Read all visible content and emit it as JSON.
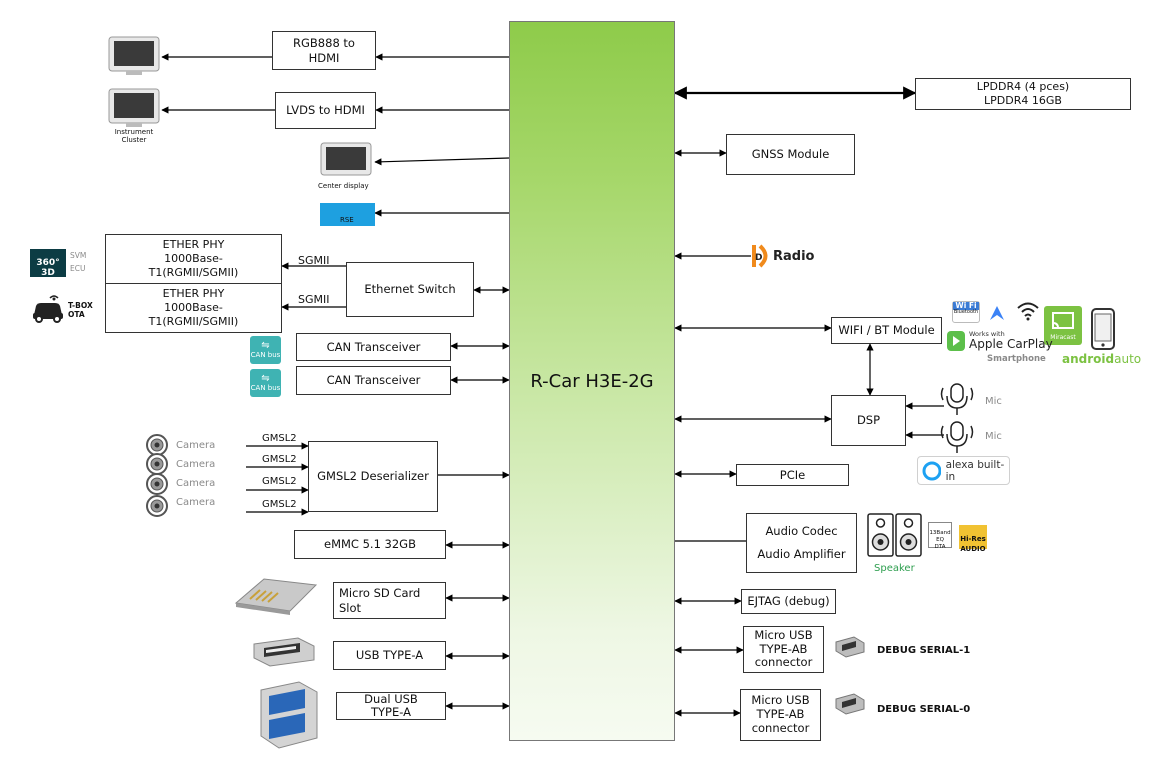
{
  "soc": {
    "title": "R-Car H3E-2G"
  },
  "display": {
    "rgb_label": "RGB888 to\nHDMI",
    "lvds_label": "LVDS to HDMI",
    "instrument_caption": "Instrument\nCluster",
    "center_caption": "Center display",
    "rse_label": "RSE"
  },
  "ethernet": {
    "phy1_label": "ETHER PHY\n1000Base-\nT1(RGMII/SGMII)",
    "phy2_label": "ETHER PHY\n1000Base-\nT1(RGMII/SGMII)",
    "sgmii1": "SGMII",
    "sgmii2": "SGMII",
    "switch_label": "Ethernet Switch",
    "svm_badge": "360°\n3D SVM",
    "svm_label": "SVM\nECU",
    "tbox_label": "T-BOX\nOTA"
  },
  "can": {
    "transceiver1": "CAN Transceiver",
    "transceiver2": "CAN Transceiver",
    "bus_label": "CAN bus"
  },
  "camera": {
    "labels": [
      "Camera",
      "Camera",
      "Camera",
      "Camera"
    ],
    "links": [
      "GMSL2",
      "GMSL2",
      "GMSL2",
      "GMSL2"
    ],
    "deserializer": "GMSL2 Deserializer"
  },
  "storage": {
    "emmc": "eMMC 5.1 32GB",
    "sd": "Micro SD Card\nSlot",
    "usb_a": "USB TYPE-A",
    "dual_usb": "Dual USB\nTYPE-A"
  },
  "right": {
    "lpddr": "LPDDR4 (4 pces)\nLPDDR4 16GB",
    "gnss": "GNSS Module",
    "hd_radio": "Radio",
    "wifi": "WIFI / BT Module",
    "dsp": "DSP",
    "pcie": "PCIe",
    "audio": "Audio Codec\n\nAudio Amplifier",
    "ejtag": "EJTAG (debug)",
    "micro_usb1": "Micro USB\nTYPE-AB\nconnector",
    "micro_usb2": "Micro USB\nTYPE-AB\nconnector",
    "debug1": "DEBUG SERIAL-1",
    "debug0": "DEBUG SERIAL-0",
    "mic1": "Mic",
    "mic2": "Mic",
    "alexa": "alexa built-in",
    "speaker": "Speaker",
    "smartphone": "Smartphone",
    "carplay_small": "Works with",
    "carplay": "Apple CarPlay",
    "android_auto_a": "android",
    "android_auto_b": "auto",
    "wifi_badge": "Wi Fi",
    "bluetooth_badge": "Bluetooth",
    "miracast": "Miracast",
    "eq_badge": "13Band\nEQ\nDTA",
    "hires_badge": "Hi-Res\nAUDIO"
  },
  "colors": {
    "soc_top": "#8ecb4a",
    "soc_bottom": "#f6fbf1",
    "rse_blue": "#1ea0e0",
    "can_teal": "#3fb3b3",
    "speaker_green": "#2e9e4f",
    "android_green": "#7cc242"
  }
}
